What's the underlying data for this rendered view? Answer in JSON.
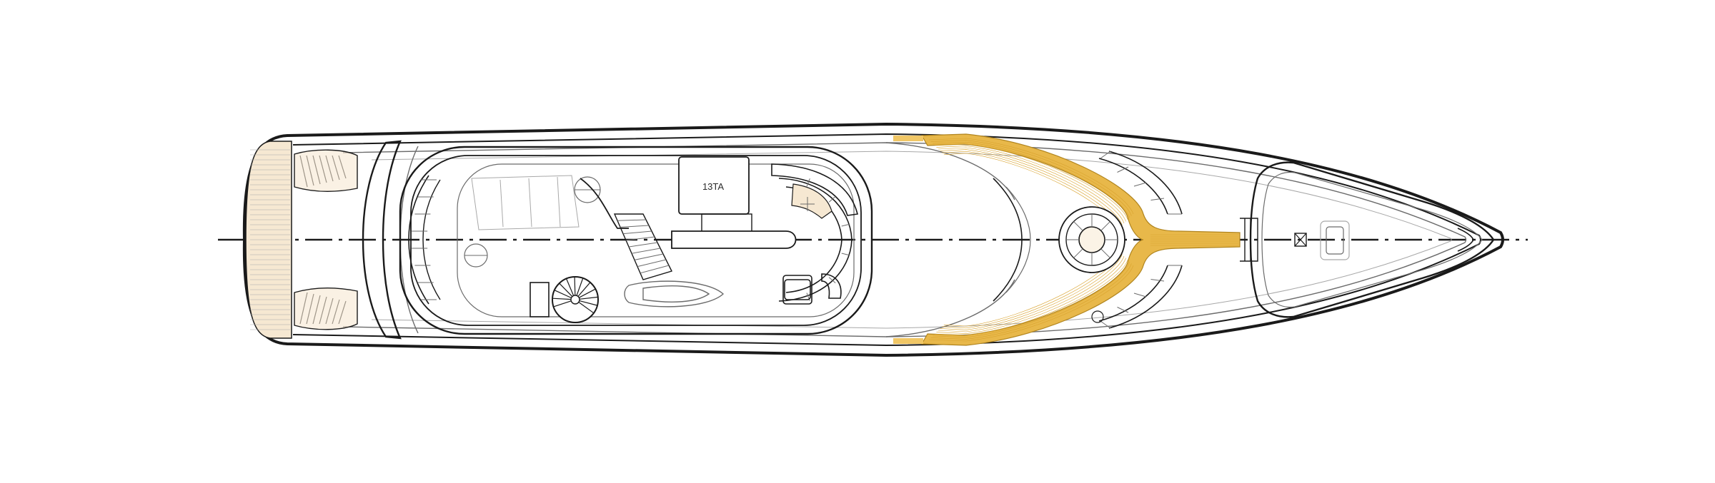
{
  "drawing": {
    "type": "yacht-deck-plan",
    "view": "top",
    "colors": {
      "background": "#ffffff",
      "line": "#1a1a1a",
      "thin_line": "#6b6b6b",
      "light_line": "#a8a8a8",
      "teak_deck": "#e8b84a",
      "teak_deck_stripe": "#d9a32e",
      "swim_platform": "#f6e8d2",
      "tender_seat": "#f6e8d2"
    }
  },
  "labels": {
    "sundeck_box_label": "13TA"
  }
}
